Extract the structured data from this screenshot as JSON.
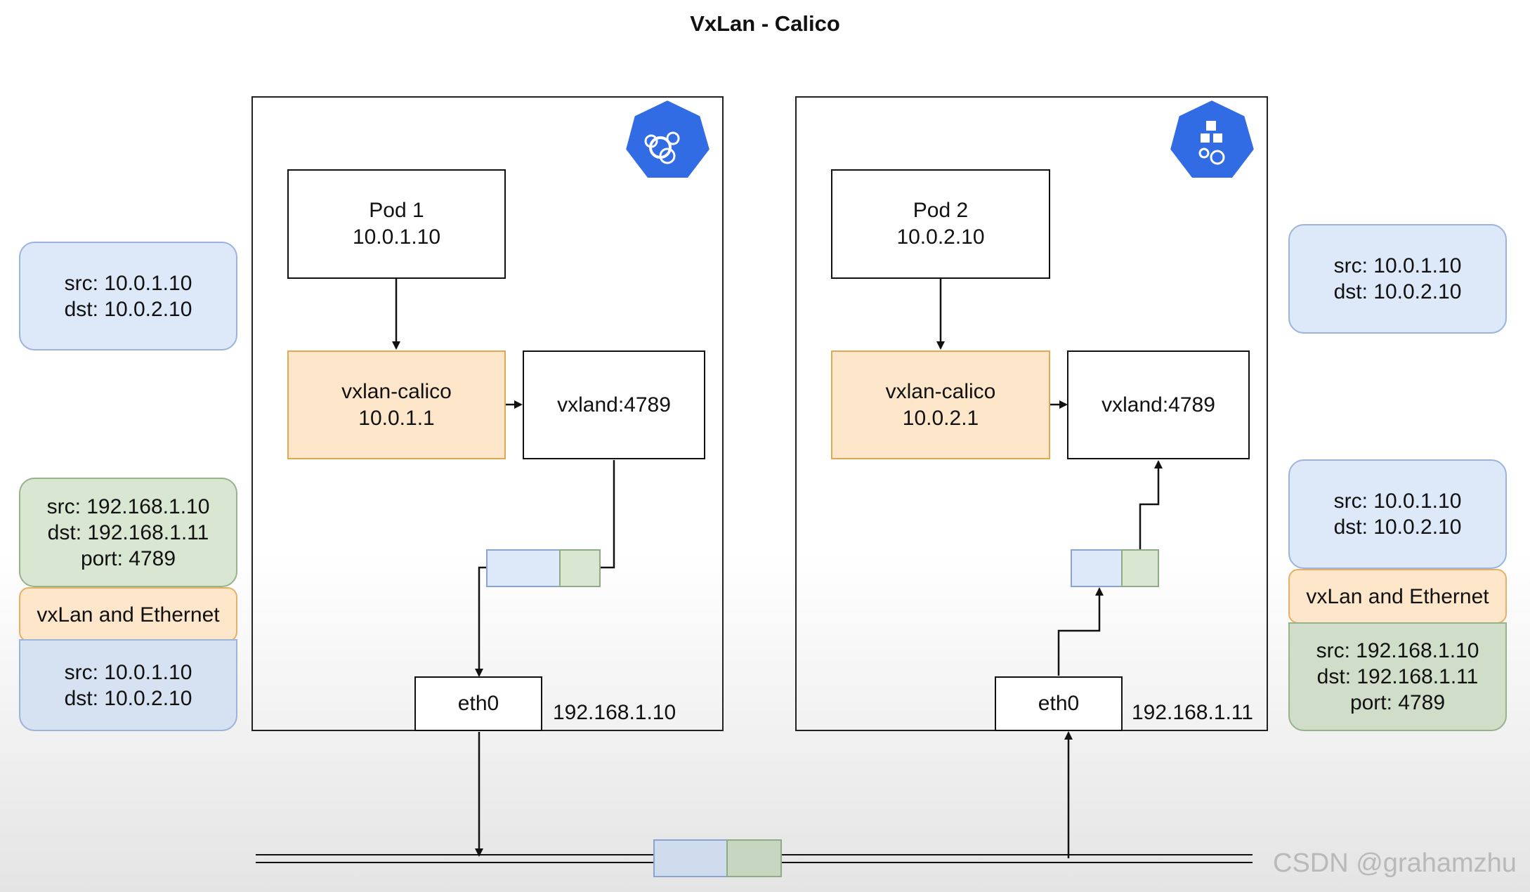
{
  "title": "VxLan - Calico",
  "master": {
    "badge": "master",
    "pod": {
      "name": "Pod 1",
      "ip": "10.0.1.10"
    },
    "vxlan_calico": {
      "name": "vxlan-calico",
      "ip": "10.0.1.1"
    },
    "vxland": "vxland:4789",
    "eth0": "eth0",
    "host_ip": "192.168.1.10"
  },
  "node": {
    "badge": "node",
    "pod": {
      "name": "Pod 2",
      "ip": "10.0.2.10"
    },
    "vxlan_calico": {
      "name": "vxlan-calico",
      "ip": "10.0.2.1"
    },
    "vxland": "vxland:4789",
    "eth0": "eth0",
    "host_ip": "192.168.1.11"
  },
  "left_packets": {
    "inner": {
      "src": "src: 10.0.1.10",
      "dst": "dst: 10.0.2.10"
    },
    "outer": {
      "src": "src: 192.168.1.10",
      "dst": "dst: 192.168.1.11",
      "port": "port: 4789"
    },
    "label": "vxLan and Ethernet",
    "inner2": {
      "src": "src: 10.0.1.10",
      "dst": "dst: 10.0.2.10"
    }
  },
  "right_packets": {
    "inner": {
      "src": "src: 10.0.1.10",
      "dst": "dst: 10.0.2.10"
    },
    "inner2": {
      "src": "src: 10.0.1.10",
      "dst": "dst: 10.0.2.10"
    },
    "label": "vxLan and Ethernet",
    "outer": {
      "src": "src: 192.168.1.10",
      "dst": "dst: 192.168.1.11",
      "port": "port: 4789"
    }
  },
  "watermark": "CSDN @grahamzhu",
  "colors": {
    "k8s_blue": "#326ce5",
    "packet_blue": "#dde8f8",
    "packet_green": "#d8e6d2",
    "vxlan_orange": "#fde6c9"
  },
  "icons": [
    "k8s-master-icon",
    "k8s-node-icon"
  ]
}
